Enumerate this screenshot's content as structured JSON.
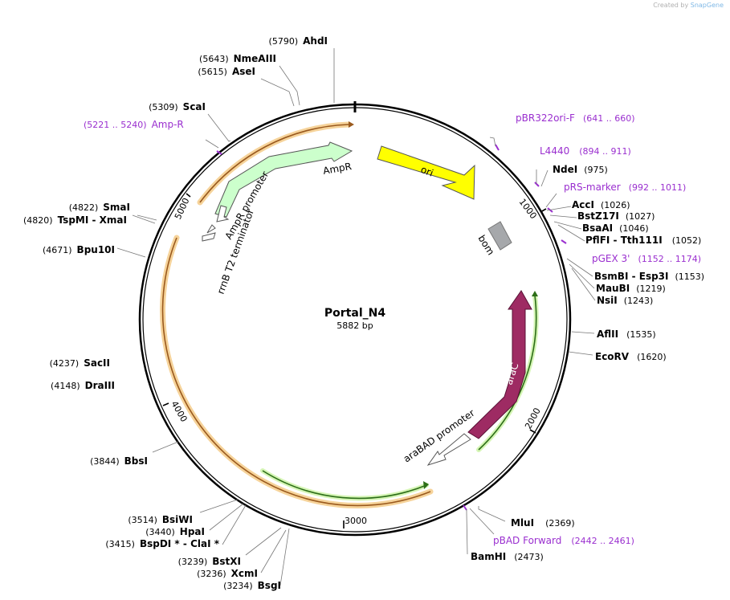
{
  "credit": {
    "prefix": "Created by",
    "brand": "SnapGene"
  },
  "plasmid": {
    "name": "Portal_N4",
    "length_label": "5882 bp",
    "length": 5882
  },
  "tick_labels": [
    "1000",
    "2000",
    "3000",
    "4000",
    "5000"
  ],
  "features": [
    {
      "name": "ori",
      "color": "#ffff00"
    },
    {
      "name": "bom",
      "color": "#a6a8ab"
    },
    {
      "name": "AmpR",
      "color": "#ccffcc"
    },
    {
      "name": "AmpR promoter",
      "color": "#ffffff"
    },
    {
      "name": "rrnB T2 terminator",
      "color": "#ffffff"
    },
    {
      "name": "araC",
      "color": "#9e2b63"
    },
    {
      "name": "araBAD promoter",
      "color": "#ffffff"
    }
  ],
  "sites": [
    {
      "name": "AhdI",
      "pos": "(5790)"
    },
    {
      "name": "NmeAIII",
      "pos": "(5643)"
    },
    {
      "name": "AseI",
      "pos": "(5615)"
    },
    {
      "name": "ScaI",
      "pos": "(5309)"
    },
    {
      "name": "SmaI",
      "pos": "(4822)"
    },
    {
      "name": "TspMI",
      "name2": "XmaI",
      "pos": "(4820)"
    },
    {
      "name": "Bpu10I",
      "pos": "(4671)"
    },
    {
      "name": "SacII",
      "pos": "(4237)"
    },
    {
      "name": "DraIII",
      "pos": "(4148)"
    },
    {
      "name": "BbsI",
      "pos": "(3844)"
    },
    {
      "name": "BsiWI",
      "pos": "(3514)"
    },
    {
      "name": "HpaI",
      "pos": "(3440)"
    },
    {
      "name": "BspDI *",
      "name2": "ClaI *",
      "pos": "(3415)"
    },
    {
      "name": "BstXI",
      "pos": "(3239)"
    },
    {
      "name": "XcmI",
      "pos": "(3236)"
    },
    {
      "name": "BsgI",
      "pos": "(3234)"
    },
    {
      "name": "NdeI",
      "pos": "(975)"
    },
    {
      "name": "AccI",
      "pos": "(1026)"
    },
    {
      "name": "BstZ17I",
      "pos": "(1027)"
    },
    {
      "name": "BsaAI",
      "pos": "(1046)"
    },
    {
      "name": "PflFI",
      "name2": "Tth111I",
      "pos": "(1052)"
    },
    {
      "name": "BsmBI",
      "name2": "Esp3I",
      "pos": "(1153)"
    },
    {
      "name": "MauBI",
      "pos": "(1219)"
    },
    {
      "name": "NsiI",
      "pos": "(1243)"
    },
    {
      "name": "AflII",
      "pos": "(1535)"
    },
    {
      "name": "EcoRV",
      "pos": "(1620)"
    },
    {
      "name": "MluI",
      "pos": "(2369)"
    },
    {
      "name": "BamHI",
      "pos": "(2473)"
    }
  ],
  "primers": [
    {
      "name": "pBR322ori-F",
      "range": "(641 .. 660)"
    },
    {
      "name": "L4440",
      "range": "(894 .. 911)"
    },
    {
      "name": "pRS-marker",
      "range": "(992 .. 1011)"
    },
    {
      "name": "pGEX 3'",
      "range": "(1152 .. 1174)"
    },
    {
      "name": "pBAD Forward",
      "range": "(2442 .. 2461)"
    },
    {
      "name": "Amp-R",
      "range": "(5221 .. 5240)"
    }
  ]
}
